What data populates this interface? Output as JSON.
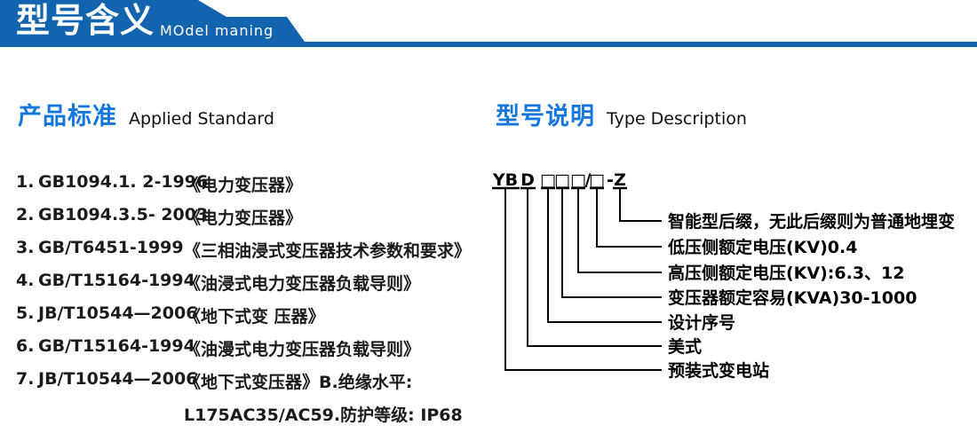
{
  "banner": {
    "title": "型号含义",
    "subtitle": "MOdel maning"
  },
  "colors": {
    "banner_blue": "#1264af",
    "accent_blue": "#1577de",
    "text_ink": "#1b1b1b"
  },
  "sections": {
    "standards": {
      "title_zh": "产品标准",
      "title_en": "Applied Standard",
      "items": [
        {
          "num": "1.",
          "code": "GB1094.1. 2-1996",
          "title": "《电力变压器》"
        },
        {
          "num": "2.",
          "code": "GB1094.3.5- 2003",
          "title": "《电力变压器》"
        },
        {
          "num": "3.",
          "code": "GB/T6451-1999",
          "title": "《三相油浸式变压器技术参数和要求》"
        },
        {
          "num": "4.",
          "code": "GB/T15164-1994",
          "title": "《油浸式电力变压器负载导则》"
        },
        {
          "num": "5.",
          "code": "JB/T10544—2006",
          "title": "《地下式变 压器》"
        },
        {
          "num": "6.",
          "code": "GB/T15164-1994",
          "title": "《油漫式电力变压器负载导则》"
        },
        {
          "num": "7.",
          "code": "JB/T10544—2006",
          "title": "《地下式变压器》B.绝缘水平:"
        }
      ],
      "continuation": "L175AC35/AC59.防护等级: IP68"
    },
    "type_description": {
      "title_zh": "型号说明",
      "title_en": "Type Description",
      "model_code": {
        "full": "YB D □□□/□ - Z",
        "segments": [
          {
            "text": "YB"
          },
          {
            "text": "D"
          },
          {
            "text": "□"
          },
          {
            "text": "□"
          },
          {
            "text": "□"
          },
          {
            "text": "/"
          },
          {
            "text": "□"
          },
          {
            "text": "-"
          },
          {
            "text": "Z"
          }
        ]
      },
      "labels": [
        "智能型后缀，无此后缀则为普通地埋变",
        "低压侧额定电压(KV)0.4",
        "高压侧额定电压(KV):6.3、12",
        "变压器额定容易(KVA)30-1000",
        "设计序号",
        "美式",
        "预装式变电站"
      ]
    }
  }
}
